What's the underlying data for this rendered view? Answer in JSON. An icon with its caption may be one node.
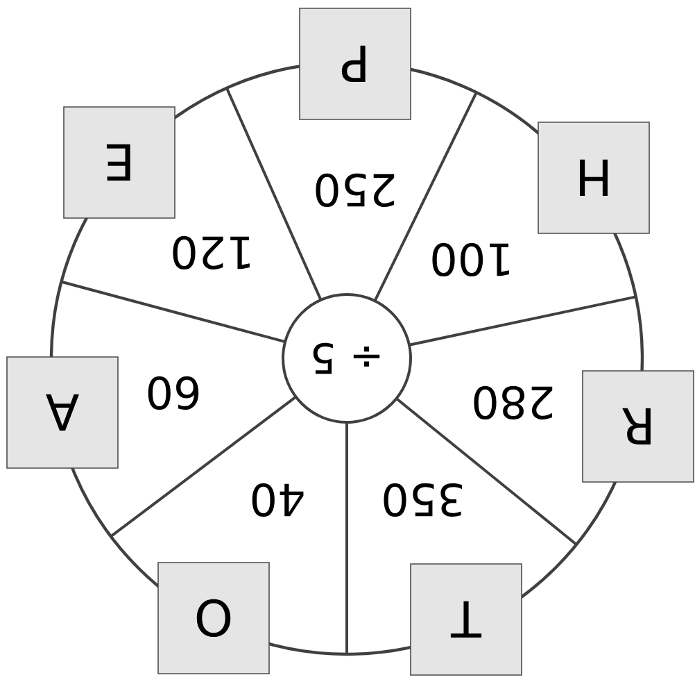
{
  "diagram": {
    "nodes": [
      {
        "text": [
          "÷ 5"
        ]
      },
      {
        "text": [
          "250"
        ]
      },
      {
        "text": [
          "100"
        ]
      },
      {
        "text": [
          "280"
        ]
      },
      {
        "text": [
          "350"
        ]
      },
      {
        "text": [
          "40"
        ]
      },
      {
        "text": [
          "60"
        ]
      },
      {
        "text": [
          "120"
        ]
      },
      {
        "text": [
          "P"
        ]
      },
      {
        "text": [
          "H"
        ]
      },
      {
        "text": [
          "R"
        ]
      },
      {
        "text": [
          "T"
        ]
      },
      {
        "text": [
          "O"
        ]
      },
      {
        "text": [
          "A"
        ]
      },
      {
        "text": [
          "E"
        ]
      }
    ]
  }
}
